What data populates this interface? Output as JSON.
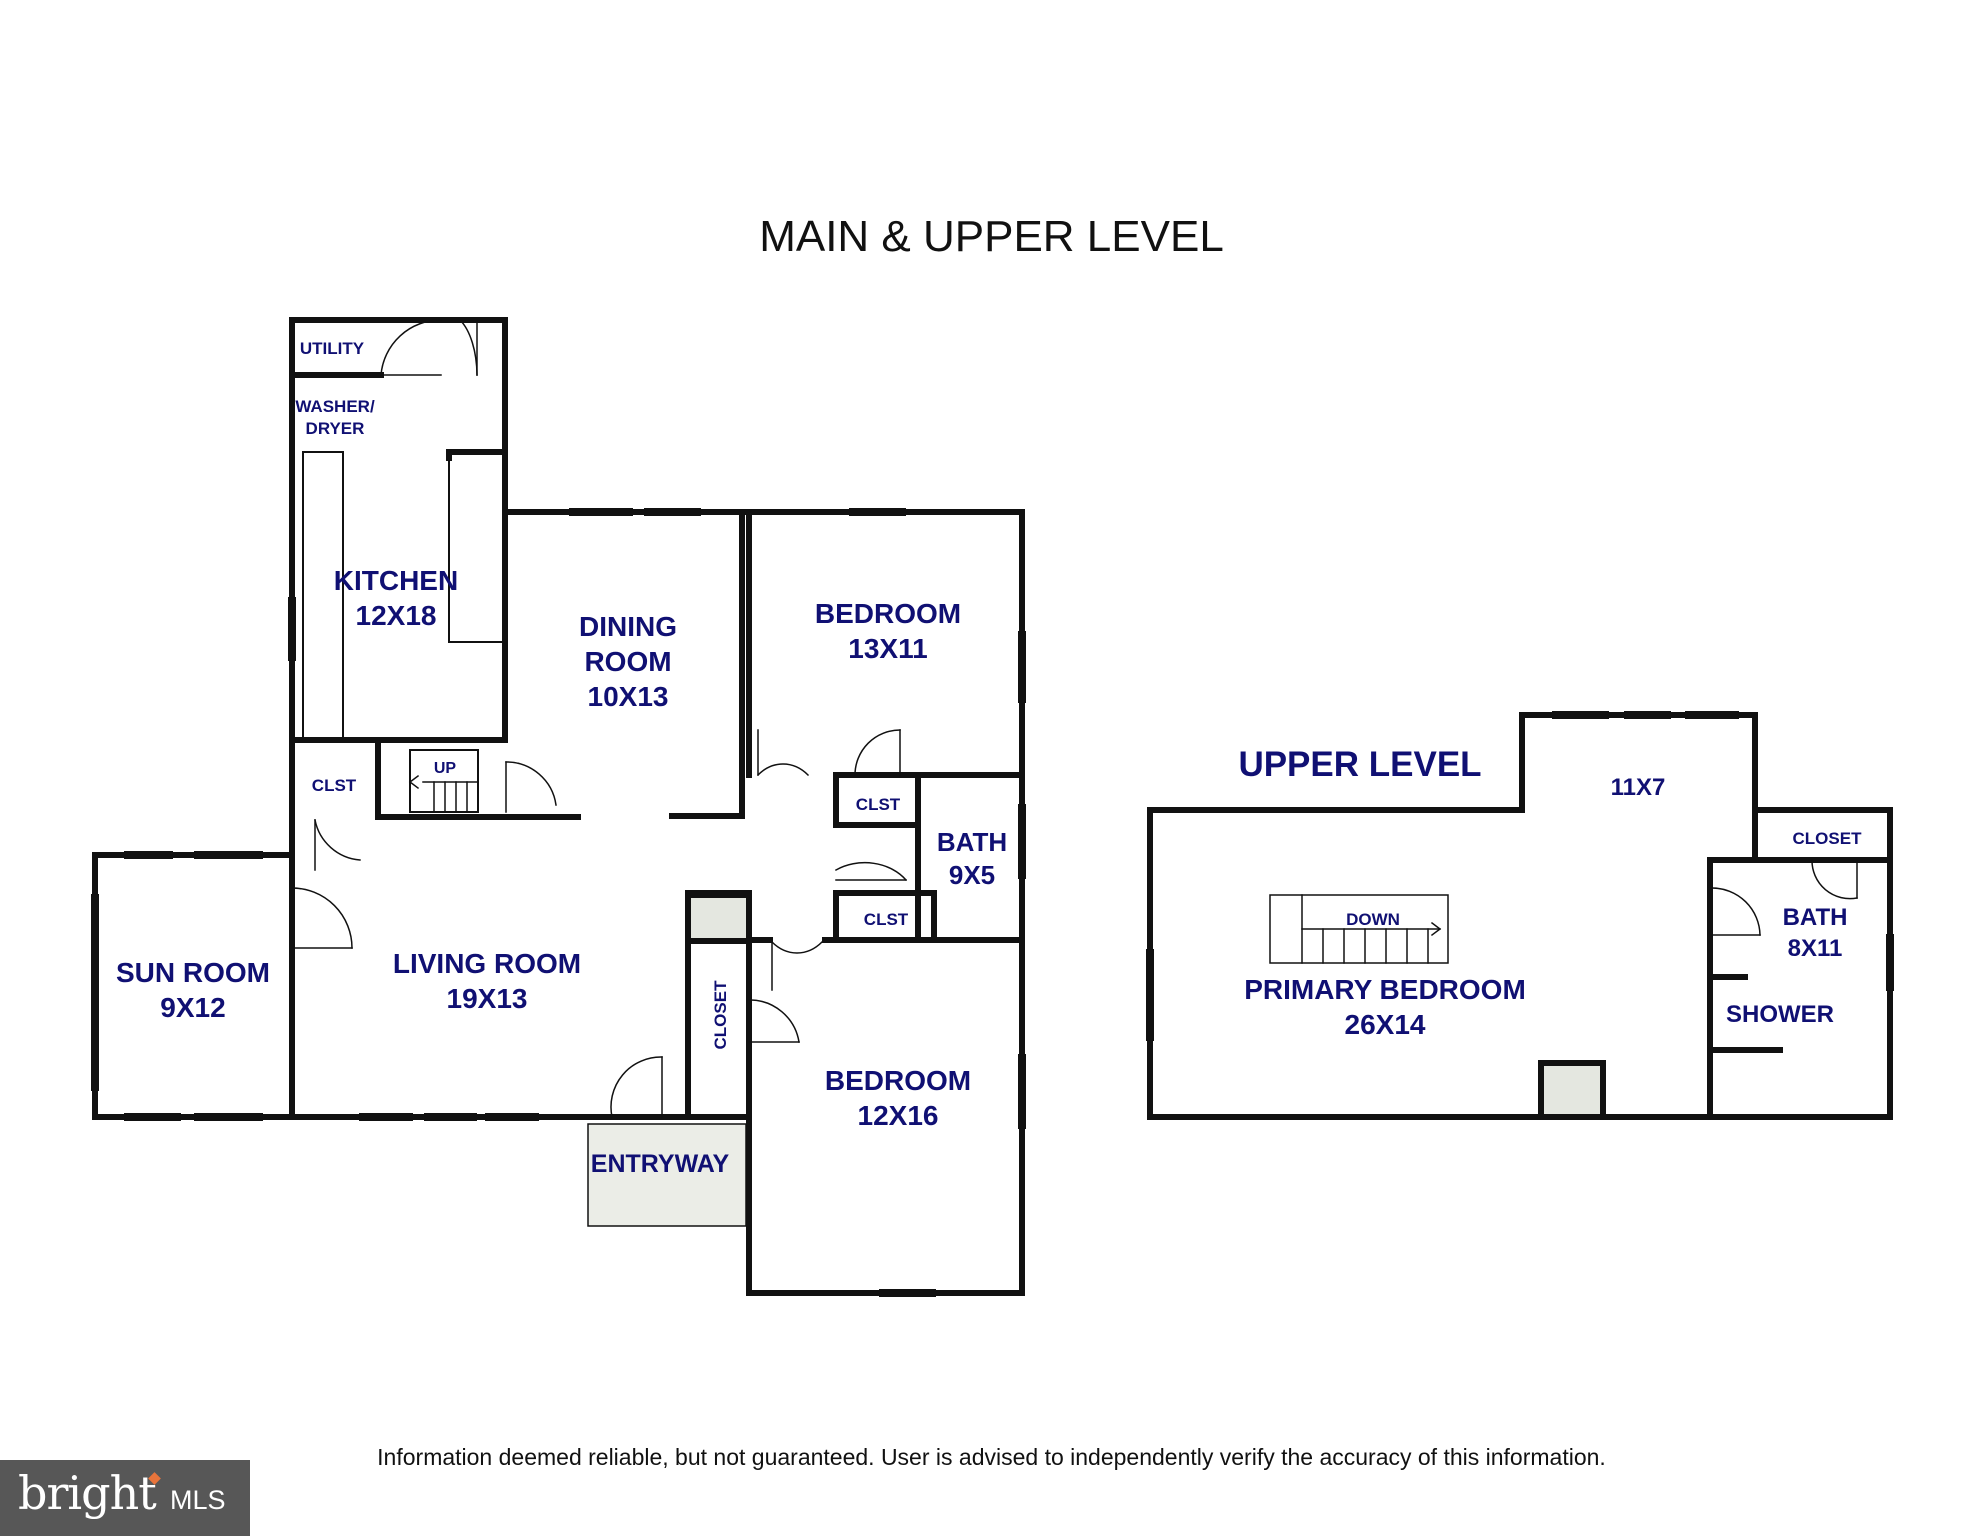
{
  "title": "MAIN & UPPER LEVEL",
  "disclaimer": "Information deemed reliable, but not guaranteed.  User is advised to independently verify the accuracy of this information.",
  "logo": {
    "wordmark": "bright",
    "suffix": "MLS",
    "accent_color": "#e8743b",
    "background": "#575757"
  },
  "label_color": "#101073",
  "wall_color": "#111111",
  "main_level": {
    "utility": "UTILITY",
    "washer_dryer": [
      "WASHER/",
      "DRYER"
    ],
    "kitchen": {
      "name": "KITCHEN",
      "size": "12X18"
    },
    "dining_room": {
      "name": [
        "DINING",
        "ROOM"
      ],
      "size": "10X13"
    },
    "bedroom_1": {
      "name": "BEDROOM",
      "size": "13X11"
    },
    "closet_kitchen": "CLST",
    "stairs": "UP",
    "closet_hall_1": "CLST",
    "bath": {
      "name": "BATH",
      "size": "9X5"
    },
    "closet_hall_2": "CLST",
    "sun_room": {
      "name": "SUN ROOM",
      "size": "9X12"
    },
    "living_room": {
      "name": "LIVING ROOM",
      "size": "19X13"
    },
    "closet_entry": "CLOSET",
    "bedroom_2": {
      "name": "BEDROOM",
      "size": "12X16"
    },
    "entryway": "ENTRYWAY"
  },
  "upper_level": {
    "heading": "UPPER LEVEL",
    "loft_size": "11X7",
    "closet": "CLOSET",
    "bath": {
      "name": "BATH",
      "size": "8X11"
    },
    "stairs": "DOWN",
    "primary_bedroom": {
      "name": "PRIMARY BEDROOM",
      "size": "26X14"
    },
    "shower": "SHOWER"
  }
}
